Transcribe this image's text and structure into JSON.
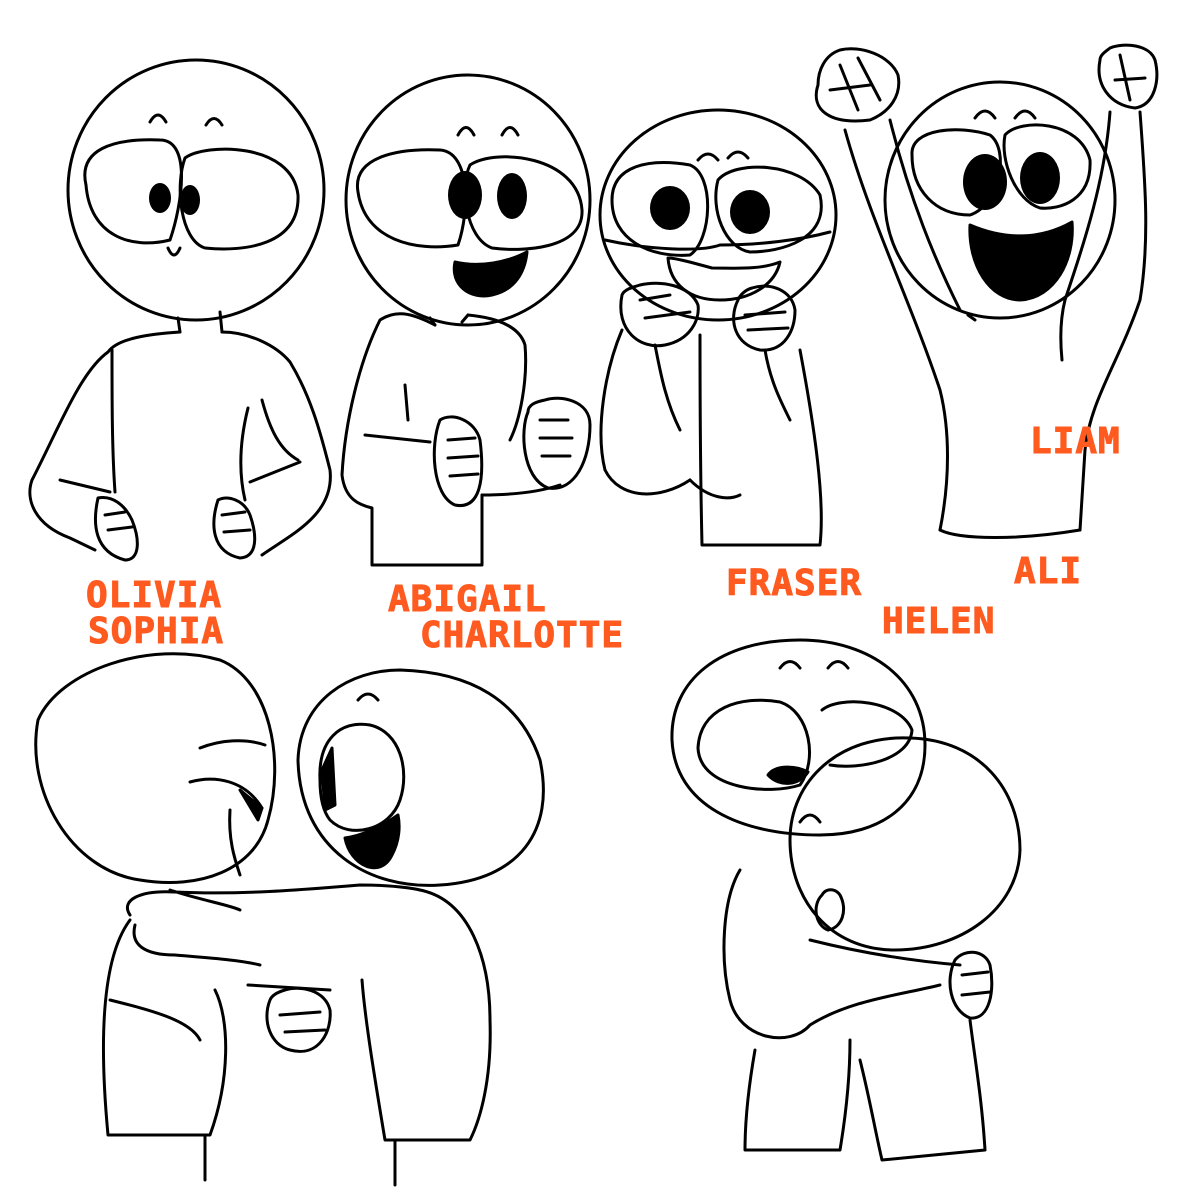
{
  "palette": {
    "background": "#ffffff",
    "ink": "#000000",
    "label": "#ff5a1f"
  },
  "labels": {
    "olivia": "OLIVIA",
    "sophia": "SOPHIA",
    "abigail": "ABIGAIL",
    "charlotte": "CHARLOTTE",
    "fraser": "FRASER",
    "helen": "HELEN",
    "ali": "ALI",
    "liam": "LIAM"
  }
}
